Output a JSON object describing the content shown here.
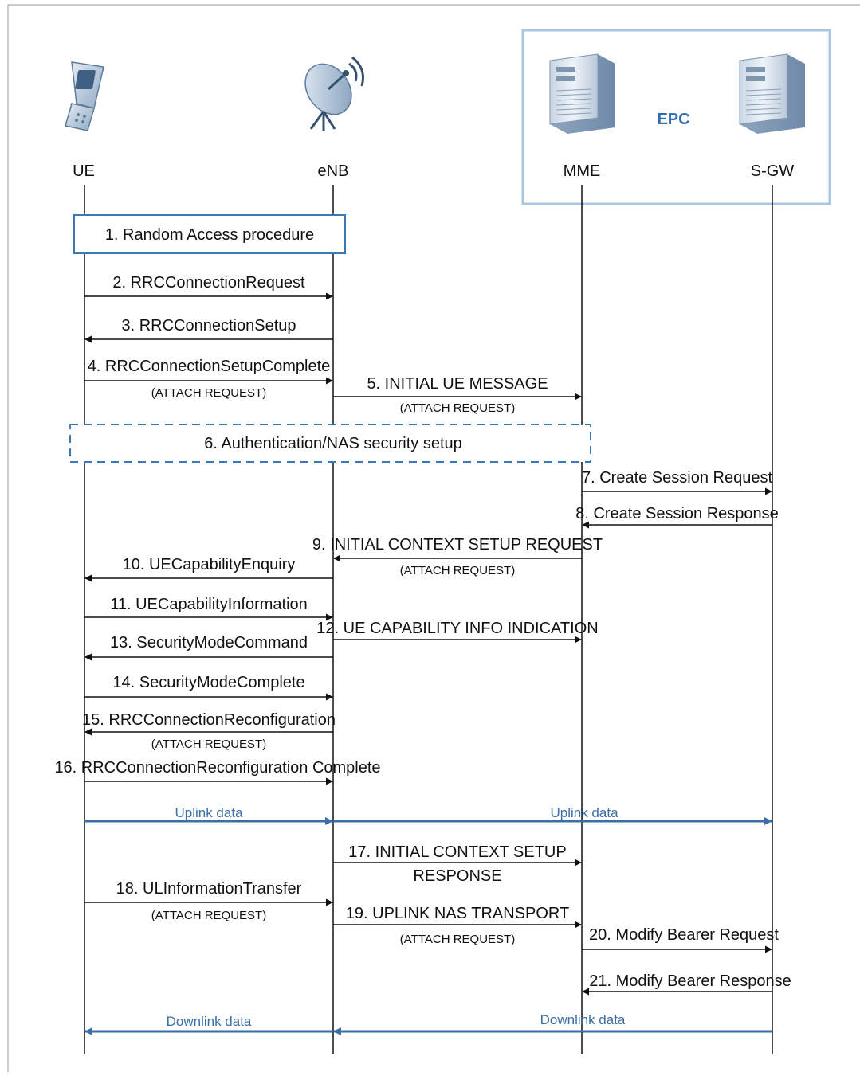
{
  "colors": {
    "line": "#111111",
    "data_flow": "#3a6ea5",
    "box_border": "#3a78b8",
    "epc_border": "#a9c7e3",
    "epc_label": "#2f6db5",
    "dashed_border": "#3a78b8",
    "frame": "#9a9a9a"
  },
  "epc_label": "EPC",
  "entities": [
    {
      "id": "ue",
      "label": "UE",
      "icon": "mobile-phone-icon"
    },
    {
      "id": "enb",
      "label": "eNB",
      "icon": "satellite-dish-icon"
    },
    {
      "id": "mme",
      "label": "MME",
      "icon": "server-icon"
    },
    {
      "id": "sgw",
      "label": "S-GW",
      "icon": "server-icon"
    }
  ],
  "boxes": [
    {
      "text": "1. Random Access procedure",
      "from": "ue",
      "to": "enb",
      "style": "solid"
    },
    {
      "text": "6. Authentication/NAS security setup",
      "from": "ue",
      "to": "mme",
      "style": "dashed"
    }
  ],
  "messages": [
    {
      "text": "2. RRCConnectionRequest",
      "sub": "",
      "from": "ue",
      "to": "enb",
      "kind": "signal"
    },
    {
      "text": "3. RRCConnectionSetup",
      "sub": "",
      "from": "enb",
      "to": "ue",
      "kind": "signal"
    },
    {
      "text": "4. RRCConnectionSetupComplete",
      "sub": "(ATTACH REQUEST)",
      "from": "ue",
      "to": "enb",
      "kind": "signal"
    },
    {
      "text": "5. INITIAL UE MESSAGE",
      "sub": "(ATTACH REQUEST)",
      "from": "enb",
      "to": "mme",
      "kind": "signal"
    },
    {
      "text": "7. Create Session Request",
      "sub": "",
      "from": "mme",
      "to": "sgw",
      "kind": "signal"
    },
    {
      "text": "8. Create Session Response",
      "sub": "",
      "from": "sgw",
      "to": "mme",
      "kind": "signal"
    },
    {
      "text": "9. INITIAL CONTEXT SETUP REQUEST",
      "sub": "(ATTACH REQUEST)",
      "from": "mme",
      "to": "enb",
      "kind": "signal"
    },
    {
      "text": "10. UECapabilityEnquiry",
      "sub": "",
      "from": "enb",
      "to": "ue",
      "kind": "signal"
    },
    {
      "text": "11. UECapabilityInformation",
      "sub": "",
      "from": "ue",
      "to": "enb",
      "kind": "signal"
    },
    {
      "text": "12. UE CAPABILITY INFO INDICATION",
      "sub": "",
      "from": "enb",
      "to": "mme",
      "kind": "signal"
    },
    {
      "text": "13. SecurityModeCommand",
      "sub": "",
      "from": "enb",
      "to": "ue",
      "kind": "signal"
    },
    {
      "text": "14. SecurityModeComplete",
      "sub": "",
      "from": "ue",
      "to": "enb",
      "kind": "signal"
    },
    {
      "text": "15. RRCConnectionReconfiguration",
      "sub": "(ATTACH REQUEST)",
      "from": "enb",
      "to": "ue",
      "kind": "signal"
    },
    {
      "text": "16. RRCConnectionReconfiguration Complete",
      "sub": "",
      "from": "ue",
      "to": "enb",
      "kind": "signal"
    },
    {
      "text": "Uplink data",
      "sub": "",
      "from": "ue",
      "to": "enb",
      "kind": "data"
    },
    {
      "text": "Uplink data",
      "sub": "",
      "from": "enb",
      "to": "sgw",
      "kind": "data"
    },
    {
      "text": "17. INITIAL CONTEXT SETUP",
      "sub": "RESPONSE",
      "from": "enb",
      "to": "mme",
      "kind": "signal"
    },
    {
      "text": "18. ULInformationTransfer",
      "sub": "(ATTACH REQUEST)",
      "from": "ue",
      "to": "enb",
      "kind": "signal"
    },
    {
      "text": "19. UPLINK NAS TRANSPORT",
      "sub": "(ATTACH REQUEST)",
      "from": "enb",
      "to": "mme",
      "kind": "signal"
    },
    {
      "text": "20. Modify Bearer Request",
      "sub": "",
      "from": "mme",
      "to": "sgw",
      "kind": "signal"
    },
    {
      "text": "21. Modify Bearer Response",
      "sub": "",
      "from": "sgw",
      "to": "mme",
      "kind": "signal"
    },
    {
      "text": "Downlink data",
      "sub": "",
      "from": "enb",
      "to": "ue",
      "kind": "data"
    },
    {
      "text": "Downlink data",
      "sub": "",
      "from": "sgw",
      "to": "enb",
      "kind": "data"
    }
  ]
}
